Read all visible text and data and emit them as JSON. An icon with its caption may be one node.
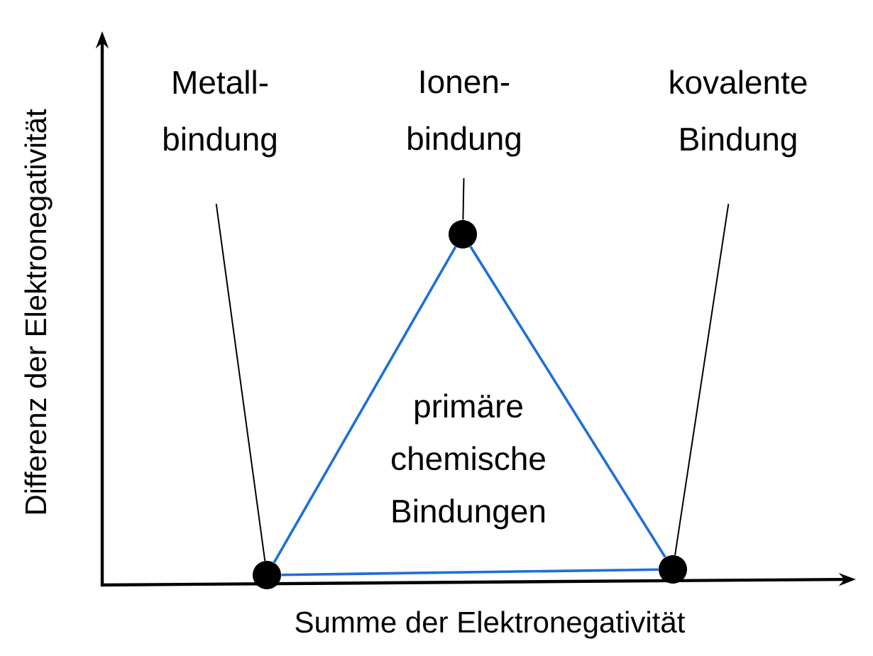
{
  "diagram": {
    "nodes": [
      {
        "text": [
          "Metall- bindung"
        ]
      },
      {
        "text": [
          "Ionen- bindung"
        ]
      },
      {
        "text": [
          "kovalente Bindung"
        ]
      },
      {
        "text": [],
        "shape": "circle"
      },
      {
        "text": [],
        "shape": "circle"
      },
      {
        "text": [],
        "shape": "circle"
      }
    ],
    "edges": [
      {
        "from": 0,
        "to": 3,
        "arrow": "none"
      },
      {
        "from": 1,
        "to": 4,
        "arrow": "none"
      },
      {
        "from": 2,
        "to": 5,
        "arrow": "none"
      },
      {
        "from": 3,
        "to": 4,
        "arrow": "none",
        "color": "#1f6fd6"
      },
      {
        "from": 4,
        "to": 5,
        "arrow": "none",
        "color": "#1f6fd6"
      },
      {
        "from": 3,
        "to": 5,
        "arrow": "none",
        "color": "#1f6fd6"
      }
    ],
    "labels": [
      "primäre chemische Bindungen",
      "Differenz der Elektronegativität",
      "Summe der Elektronegativität"
    ]
  }
}
